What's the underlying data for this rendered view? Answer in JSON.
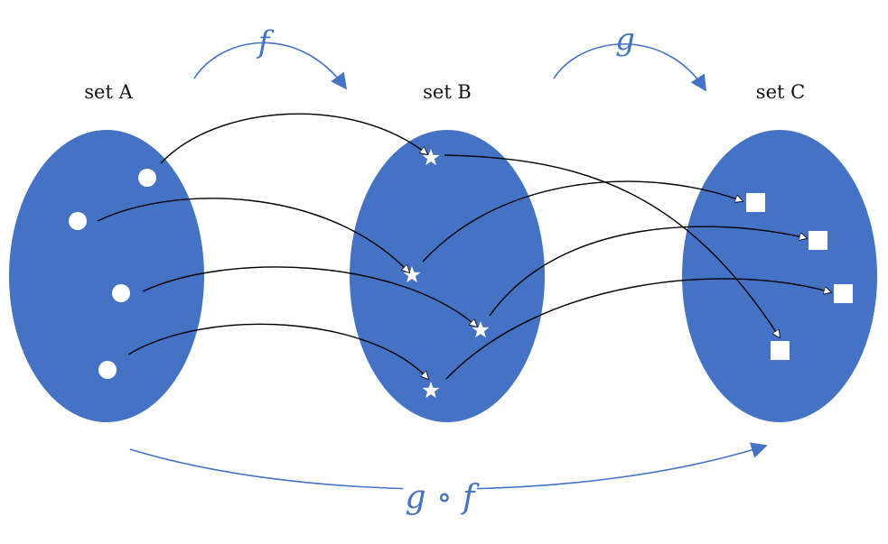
{
  "sets": {
    "a": {
      "label": "set A"
    },
    "b": {
      "label": "set B"
    },
    "c": {
      "label": "set C"
    }
  },
  "maps": {
    "f": {
      "label": "f"
    },
    "g": {
      "label": "g"
    },
    "composition": {
      "label": "g ∘ f"
    }
  },
  "colors": {
    "set_fill": "#4472C4",
    "map_arrow": "#4472C4",
    "element_fill": "#FFFFFF",
    "element_arrow": "#000000"
  },
  "elements": {
    "a_shape": "circle",
    "b_shape": "star",
    "c_shape": "square"
  }
}
